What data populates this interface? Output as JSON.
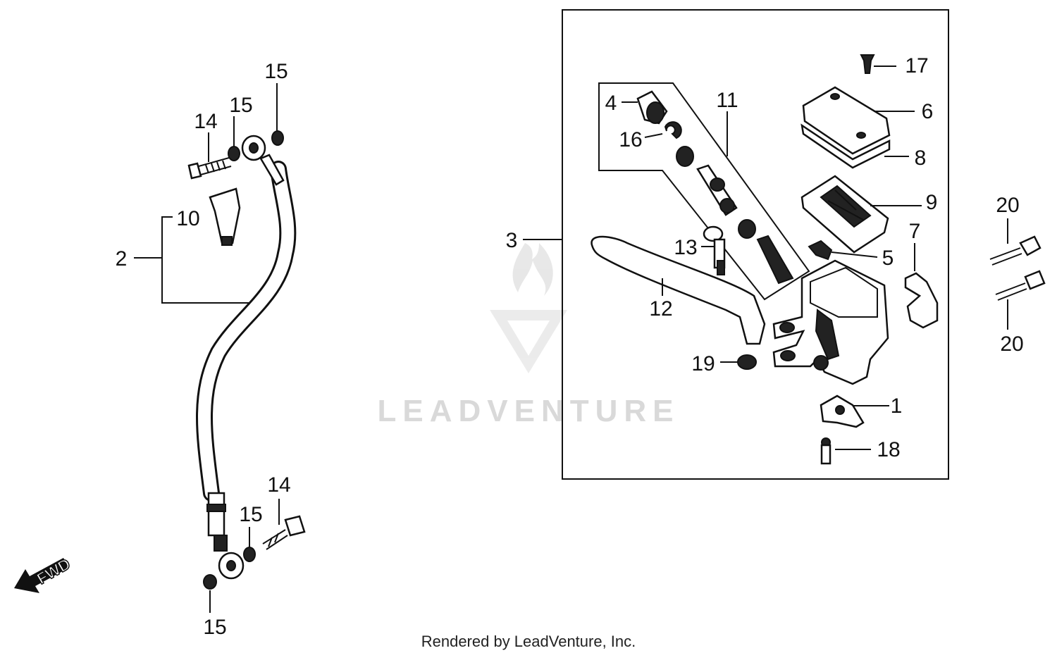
{
  "watermark": {
    "text": "LEADVENTURE"
  },
  "footer": {
    "text": "Rendered by LeadVenture, Inc."
  },
  "direction_label": "FWD",
  "callouts": {
    "c1": "1",
    "c2": "2",
    "c3": "3",
    "c4": "4",
    "c5": "5",
    "c6": "6",
    "c7": "7",
    "c8": "8",
    "c9": "9",
    "c10": "10",
    "c11": "11",
    "c12": "12",
    "c13": "13",
    "c14a": "14",
    "c14b": "14",
    "c15a": "15",
    "c15b": "15",
    "c15c": "15",
    "c15d": "15",
    "c16": "16",
    "c17": "17",
    "c18": "18",
    "c19": "19",
    "c20a": "20",
    "c20b": "20"
  },
  "colors": {
    "ink": "#111111",
    "watermark": "#d9d9d9"
  }
}
